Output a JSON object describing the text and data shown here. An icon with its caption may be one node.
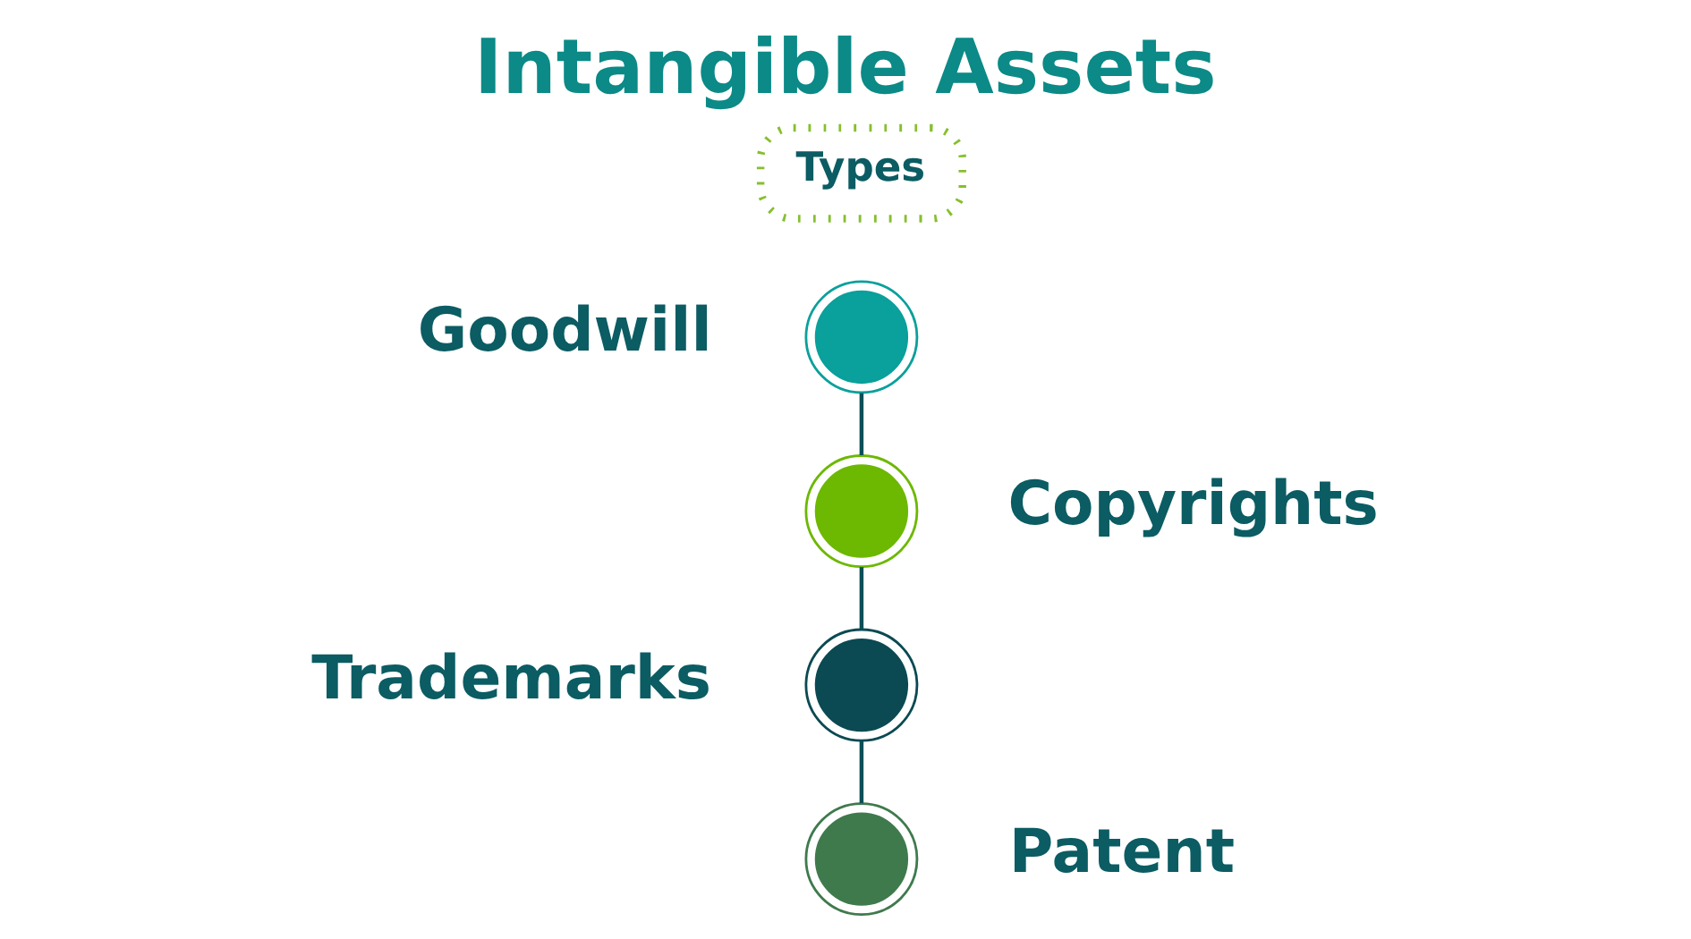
{
  "diagram": {
    "title": "Intangible Assets",
    "nodes": [
      {
        "text": [
          "Types"
        ]
      },
      {
        "text": [],
        "shape": "circle",
        "beside": [
          "Goodwill"
        ]
      },
      {
        "text": [],
        "shape": "circle",
        "beside": [
          "Copyrights"
        ]
      },
      {
        "text": [],
        "shape": "circle",
        "beside": [
          "Trademarks"
        ]
      },
      {
        "text": [],
        "shape": "circle",
        "beside": [
          "Patent"
        ]
      }
    ],
    "edges": [
      {
        "from": 1,
        "to": 2,
        "arrow": "none"
      },
      {
        "from": 2,
        "to": 3,
        "arrow": "none"
      },
      {
        "from": 3,
        "to": 4,
        "arrow": "none"
      }
    ]
  }
}
